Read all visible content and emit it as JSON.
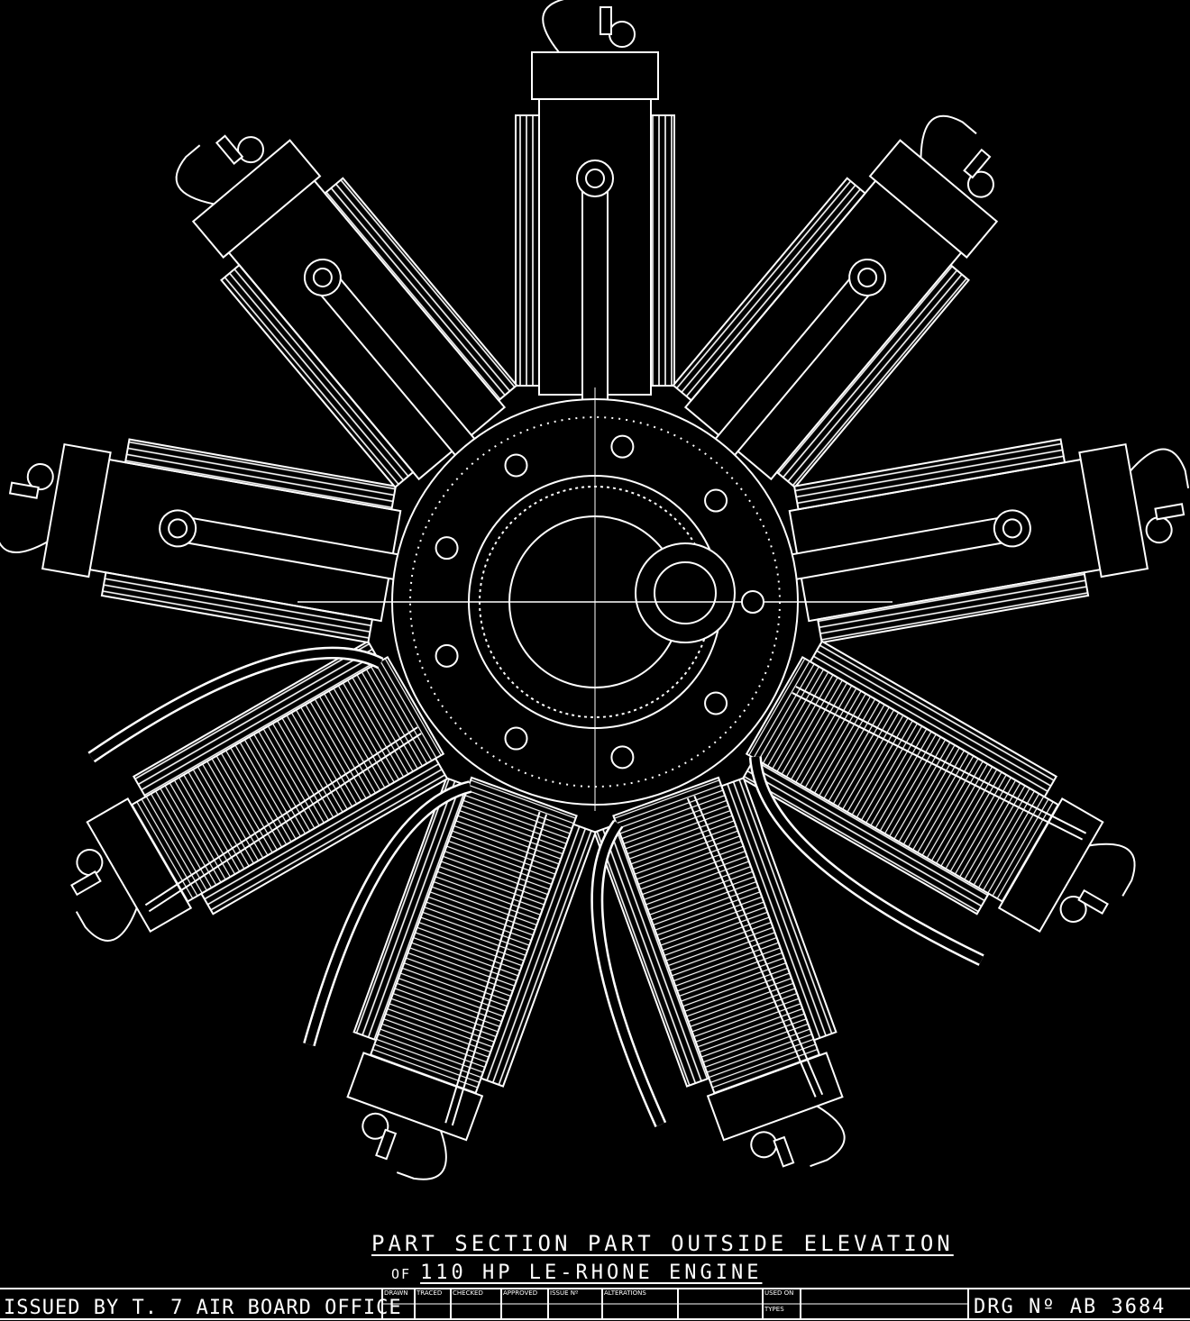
{
  "drawing": {
    "title_line1": "PART  SECTION  PART OUTSIDE ELEVATION",
    "title_of": "OF",
    "title_line2": "110 HP  LE-RHONE  ENGINE",
    "issued_by": "ISSUED BY T. 7 AIR BOARD OFFICE",
    "drawing_number": "DRG Nº AB 3684",
    "title_block_cells": [
      "DRAWN",
      "TRACED",
      "CHECKED",
      "APPROVED",
      "ISSUE Nº",
      "ALTERATIONS",
      "USED ON",
      "TYPES"
    ]
  },
  "colors": {
    "background": "#000000",
    "linework": "#ffffff"
  },
  "engine": {
    "cylinder_count": 9,
    "upper_half": "section",
    "lower_half": "outside elevation"
  }
}
